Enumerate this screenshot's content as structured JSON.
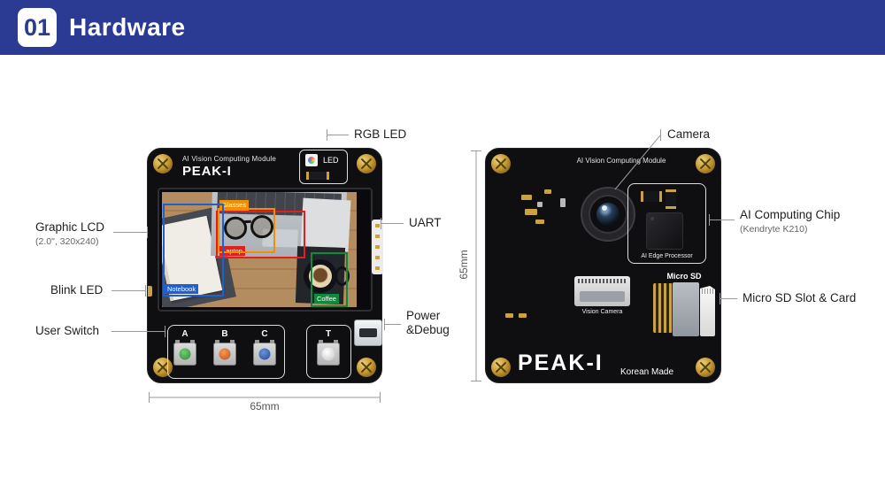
{
  "header": {
    "number": "01",
    "title": "Hardware"
  },
  "callouts": {
    "rgb_led": "RGB LED",
    "graphic_lcd": "Graphic LCD",
    "graphic_lcd_sub": "(2.0\", 320x240)",
    "blink_led": "Blink LED",
    "user_switch": "User Switch",
    "uart": "UART",
    "power_line1": "Power",
    "power_line2": "&Debug",
    "camera": "Camera",
    "ai_chip": "AI Computing Chip",
    "ai_chip_sub": "(Kendryte K210)",
    "micro_sd": "Micro SD Slot & Card"
  },
  "front_board": {
    "module_title": "AI Vision Computing Module",
    "module_name": "PEAK-I",
    "led_label": "LED",
    "detections": {
      "notebook": "Notebook",
      "glasses": "Glasses",
      "laptop": "Laptop",
      "coffee": "Coffee"
    },
    "buttons": [
      "A",
      "B",
      "C"
    ],
    "t_button": "T",
    "dimension": "65mm"
  },
  "back_board": {
    "module_title": "AI Vision Computing Module",
    "edge_processor": "AI Edge Processor",
    "micro_sd": "Micro SD",
    "vision_camera": "Vision Camera",
    "module_name": "PEAK-I",
    "made_in": "Korean Made",
    "dimension": "65mm"
  },
  "colors": {
    "header-blue": "#2b3a92",
    "box-notebook": "#1f5fd0",
    "box-glasses": "#f09000",
    "box-laptop": "#e02020",
    "box-coffee": "#0f8a3c",
    "btn-a": "#2e8a2e",
    "btn-b": "#c04e12",
    "btn-c": "#1f4a9a"
  }
}
